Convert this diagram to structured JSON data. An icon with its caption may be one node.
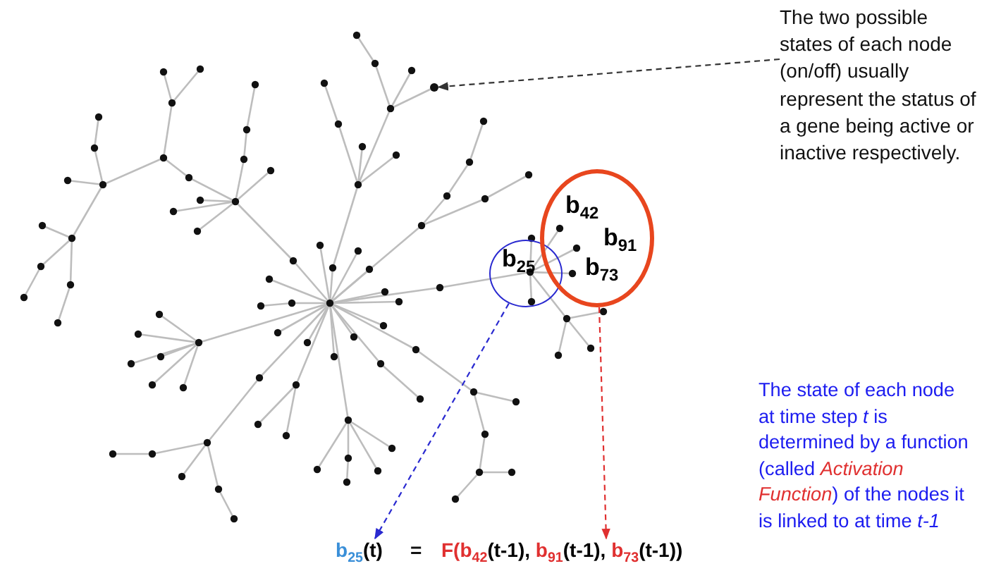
{
  "diagram": {
    "nodes": [
      {
        "text": [
          "The two possible states of each node (on/off) usually represent the status of a gene being active or inactive respectively."
        ]
      },
      {
        "text": [],
        "shape": "circle"
      },
      {
        "text": [
          "b$_{25}$"
        ]
      },
      {
        "text": [
          "b$_{42}$",
          "b$_{91}$",
          "b$_{73}$"
        ]
      },
      {
        "text": [
          "b$_{25}$(t)"
        ]
      },
      {
        "text": [
          "F(b$_{42}$(t-1), b$_{91}$(t-1), b$_{73}$(t-1))"
        ]
      }
    ],
    "edges": [
      {
        "from": 0,
        "to": 1,
        "arrow": "to",
        "style": "dashed"
      },
      {
        "from": 2,
        "to": 4,
        "arrow": "to",
        "style": "dashed",
        "color": "#2a2ad0"
      },
      {
        "from": 3,
        "to": 5,
        "arrow": "to",
        "style": "dashed",
        "color": "#e03030"
      }
    ],
    "labels": [
      "=",
      "The state of each node at time step *t* is determined by a function (called *Activation Function*) of the nodes it is linked to at time *t-1*"
    ]
  }
}
